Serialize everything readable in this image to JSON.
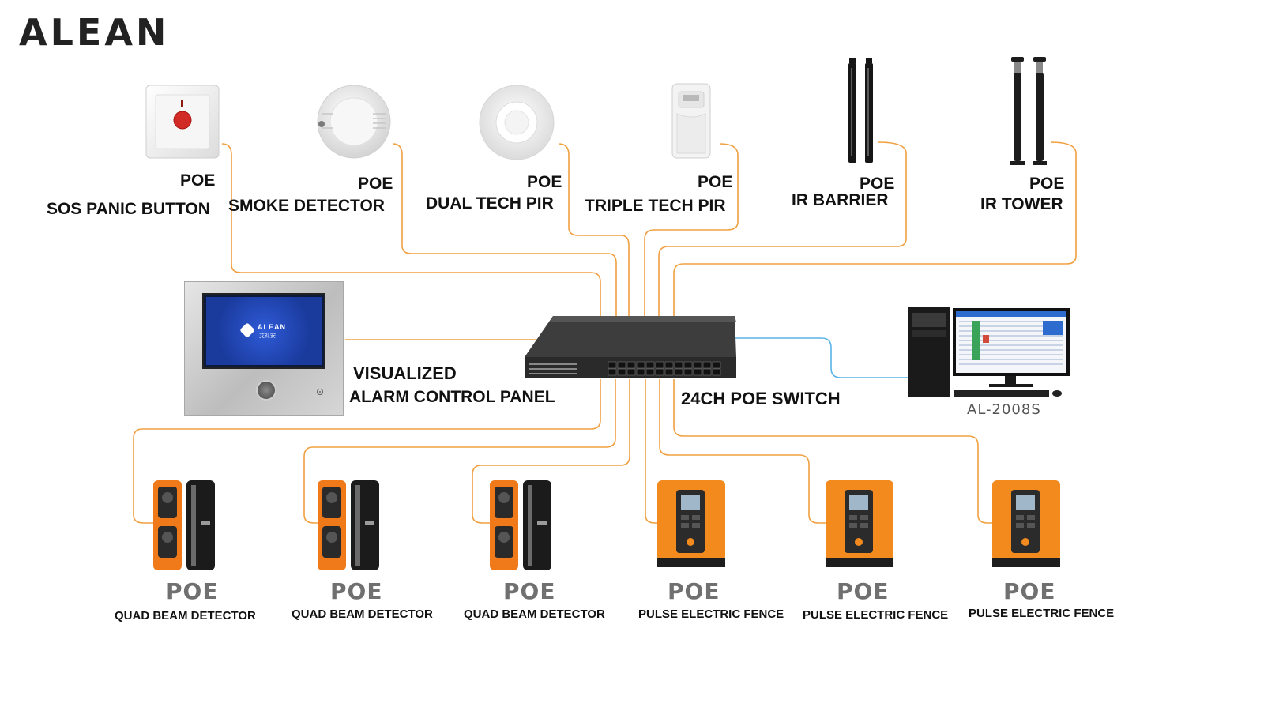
{
  "brand": {
    "logo_text": "ALEAN",
    "accent": "#f0a040",
    "network_line": "#5ab4e6",
    "fence_orange": "#f28a1e"
  },
  "top_devices": [
    {
      "poe": "POE",
      "name": "SOS PANIC BUTTON",
      "icon": "panic-button-icon"
    },
    {
      "poe": "POE",
      "name": "SMOKE DETECTOR",
      "icon": "smoke-detector-icon"
    },
    {
      "poe": "POE",
      "name": "DUAL TECH PIR",
      "icon": "dual-tech-pir-icon"
    },
    {
      "poe": "POE",
      "name": "TRIPLE TECH PIR",
      "icon": "triple-tech-pir-icon"
    },
    {
      "poe": "POE",
      "name": "IR BARRIER",
      "icon": "ir-barrier-icon"
    },
    {
      "poe": "POE",
      "name": "IR TOWER",
      "icon": "ir-tower-icon"
    }
  ],
  "panel": {
    "line1": "VISUALIZED",
    "line2": "ALARM CONTROL PANEL",
    "screen_logo": "ALEAN",
    "screen_sub": "艾礼安"
  },
  "switch": {
    "label": "24CH POE SWITCH"
  },
  "workstation": {
    "model": "AL-2008S"
  },
  "bottom_devices": [
    {
      "poe": "POE",
      "name": "QUAD BEAM DETECTOR",
      "icon": "quad-beam-detector-icon"
    },
    {
      "poe": "POE",
      "name": "QUAD BEAM DETECTOR",
      "icon": "quad-beam-detector-icon"
    },
    {
      "poe": "POE",
      "name": "QUAD BEAM DETECTOR",
      "icon": "quad-beam-detector-icon"
    },
    {
      "poe": "POE",
      "name": "PULSE ELECTRIC FENCE",
      "icon": "electric-fence-energizer-icon"
    },
    {
      "poe": "POE",
      "name": "PULSE ELECTRIC FENCE",
      "icon": "electric-fence-energizer-icon"
    },
    {
      "poe": "POE",
      "name": "PULSE ELECTRIC FENCE",
      "icon": "electric-fence-energizer-icon"
    }
  ]
}
